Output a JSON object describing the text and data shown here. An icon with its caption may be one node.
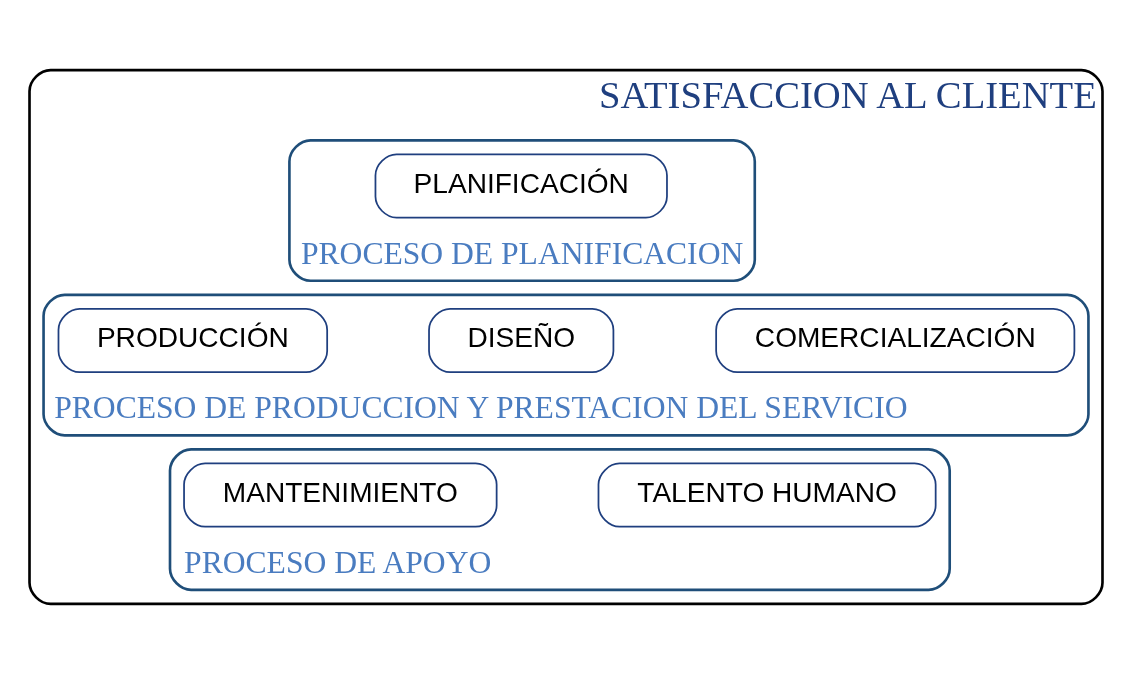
{
  "diagram": {
    "nodes": [
      {
        "text": [
          "SATISFACCION AL CLIENTE"
        ]
      },
      {
        "text": [
          "PROCESO DE PLANIFICACION"
        ],
        "in": 0
      },
      {
        "text": [
          "PLANIFICACIÓN"
        ],
        "in": 1
      },
      {
        "text": [
          "PROCESO DE PRODUCCION Y PRESTACION DEL SERVICIO"
        ],
        "in": 0
      },
      {
        "text": [
          "DISEÑO"
        ],
        "in": 3
      },
      {
        "text": [
          "PRODUCCIÓN"
        ],
        "in": 3
      },
      {
        "text": [
          "COMERCIALIZACIÓN"
        ],
        "in": 3
      },
      {
        "text": [
          "PROCESO DE APOYO"
        ],
        "in": 0
      },
      {
        "text": [
          "TALENTO HUMANO"
        ],
        "in": 7
      },
      {
        "text": [
          "MANTENIMIENTO"
        ],
        "in": 7
      }
    ],
    "edges": []
  }
}
